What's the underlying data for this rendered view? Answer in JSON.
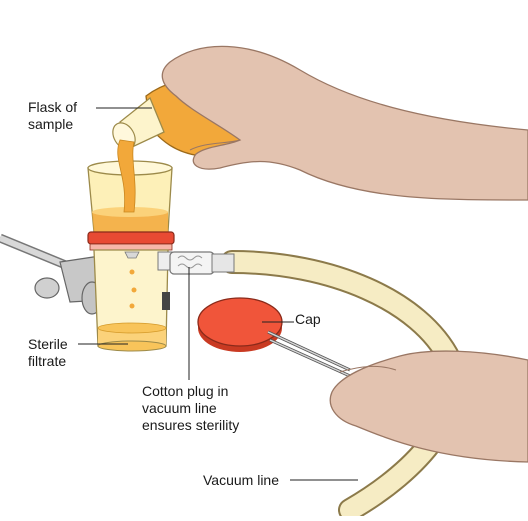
{
  "labels": {
    "flask": [
      "Flask of",
      "sample"
    ],
    "filtrate": [
      "Sterile",
      "filtrate"
    ],
    "cotton": [
      "Cotton plug in",
      "vacuum line",
      "ensures sterility"
    ],
    "cap": "Cap",
    "vacuum": "Vacuum line"
  },
  "colors": {
    "liquid": "#f2a83a",
    "liquid_light": "#fbd27a",
    "glass": "#fdf0b8",
    "skin": "#e3c3b0",
    "skin_shadow": "#cfa58f",
    "tubing": "#f6ecc4",
    "cap": "#f0553a",
    "filter_ring": "#e84a33",
    "metal": "#bcbcbc"
  }
}
